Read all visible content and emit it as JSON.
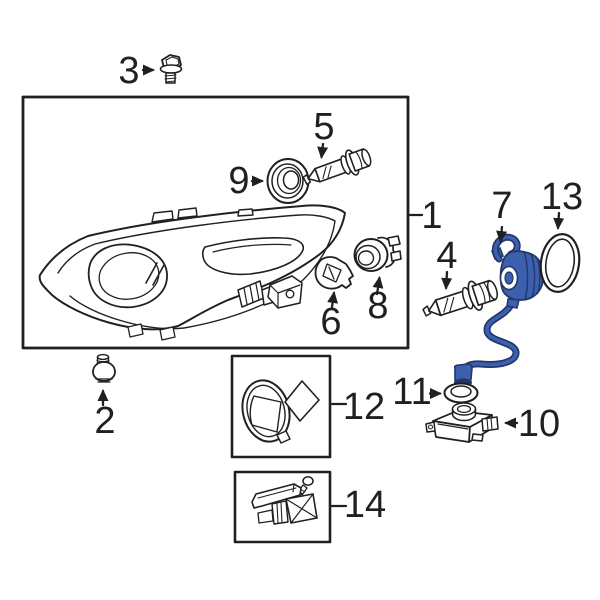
{
  "diagram": {
    "type": "exploded-parts-diagram",
    "subject": "headlight-assembly",
    "background_color": "#ffffff",
    "line_color": "#221f1f",
    "highlight_color": "#3c60ad",
    "highlight_dark_color": "#24366b",
    "highlight_light_color": "#8aa2d6"
  },
  "parts": [
    {
      "number": "1",
      "name": "headlight-assembly"
    },
    {
      "number": "2",
      "name": "retaining-screw"
    },
    {
      "number": "3",
      "name": "mounting-bolt"
    },
    {
      "number": "4",
      "name": "halogen-bulb"
    },
    {
      "number": "5",
      "name": "high-beam-bulb"
    },
    {
      "number": "6",
      "name": "signal-bulb"
    },
    {
      "number": "7",
      "name": "bulb-socket-with-wire-highlighted"
    },
    {
      "number": "8",
      "name": "bulb-socket"
    },
    {
      "number": "9",
      "name": "retainer-grommet"
    },
    {
      "number": "10",
      "name": "igniter-control-unit"
    },
    {
      "number": "11",
      "name": "grommet-seal"
    },
    {
      "number": "12",
      "name": "bulb-cover-cap"
    },
    {
      "number": "13",
      "name": "o-ring-seal"
    },
    {
      "number": "14",
      "name": "mounting-bracket"
    }
  ]
}
